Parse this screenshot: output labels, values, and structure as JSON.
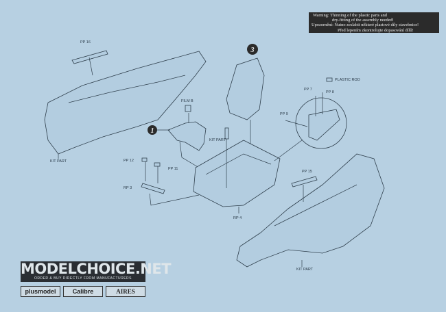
{
  "warning": {
    "lines": [
      "Warning: Thinning of the plastic parts and",
      "dry-fitting of the assembly needed!",
      "Upozornění: Nutno zeslabit některé plastové díly stavebnice!",
      "Před lepením zkontrolujte dopasování dílů!"
    ]
  },
  "steps": [
    "1",
    "3"
  ],
  "labels": {
    "pp16": "PP 16",
    "film_b": "FILM B",
    "kit_part_left": "KIT PART",
    "kit_part_center": "KIT PART",
    "kit_part_right": "KIT PART",
    "pp12": "PP 12",
    "pp11": "PP 11",
    "rp3": "RP 3",
    "rp4": "RP 4",
    "pp15": "PP 15",
    "pp7": "PP 7",
    "pp8": "PP 8",
    "pp9": "PP 9",
    "plastic_rod": "PLASTIC ROD"
  },
  "advert": {
    "title": "MODELCHOICE.NET",
    "subtitle": "ORDER & BUY DIRECTLY FROM MANUFACTURERS",
    "brands": [
      "plusmodel",
      "Calibre",
      "AIRES"
    ]
  }
}
